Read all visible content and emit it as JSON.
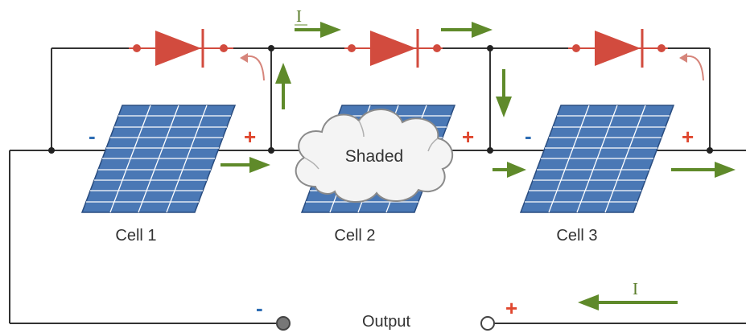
{
  "colors": {
    "wire": "#333333",
    "diode": "#d24b3e",
    "arrow": "#5f8a2a",
    "cell_fill": "#4a78b5",
    "cell_line": "#ffffff",
    "cell_border": "#2a4d80",
    "minus": "#2e6db4",
    "plus": "#e0482f"
  },
  "cells": [
    {
      "label": "Cell 1",
      "minus": "-",
      "plus": "+"
    },
    {
      "label": "Cell 2",
      "minus": "",
      "plus": "+",
      "shaded_label": "Shaded"
    },
    {
      "label": "Cell 3",
      "minus": "-",
      "plus": "+"
    }
  ],
  "current_label_top": "I",
  "current_label_bottom": "I",
  "output": {
    "label": "Output",
    "minus": "-",
    "plus": "+"
  }
}
